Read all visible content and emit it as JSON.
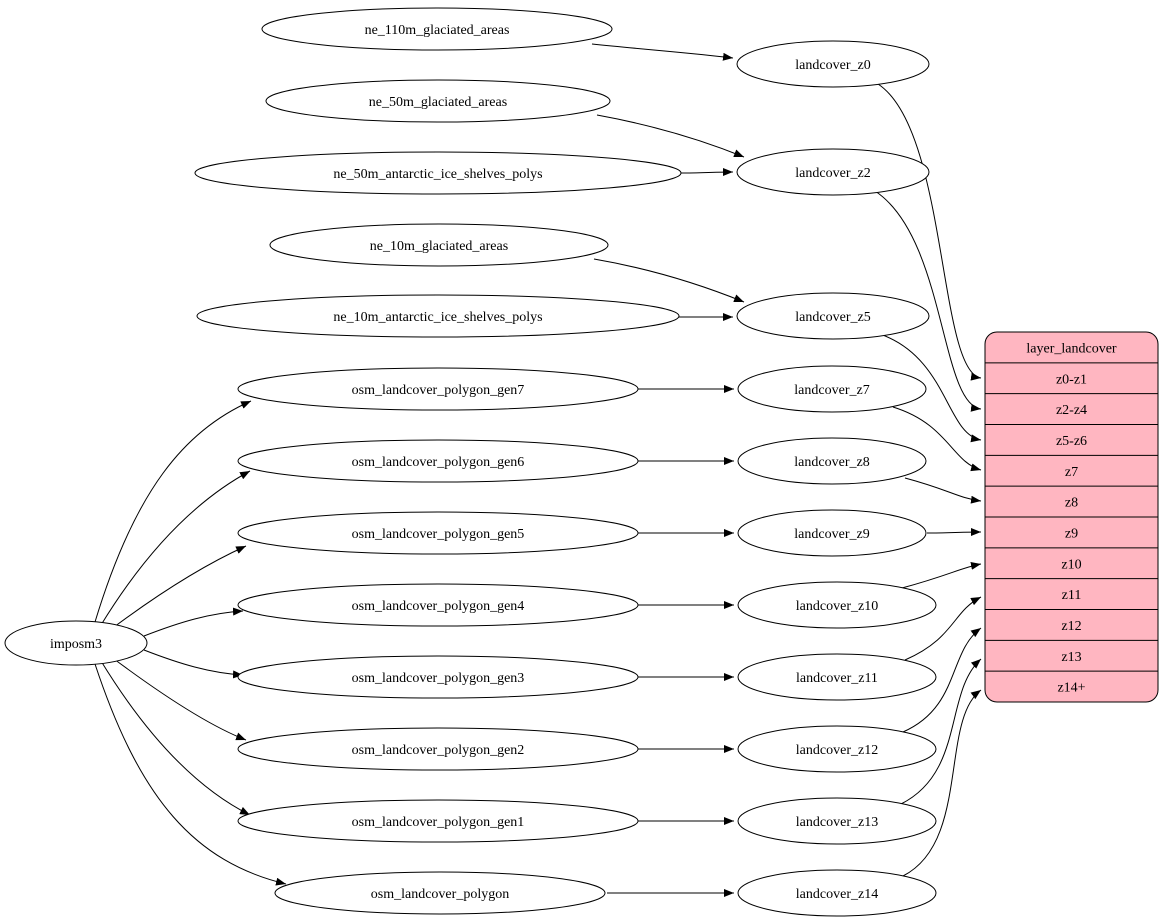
{
  "diagram": {
    "background_color": "#ffffff",
    "node_fill": "#ffffff",
    "node_stroke": "#000000",
    "edge_color": "#000000",
    "text_color": "#000000",
    "nodes": [
      {
        "id": "imposm3",
        "label": "imposm3"
      },
      {
        "id": "ne_110m_glaciated_areas",
        "label": "ne_110m_glaciated_areas"
      },
      {
        "id": "ne_50m_glaciated_areas",
        "label": "ne_50m_glaciated_areas"
      },
      {
        "id": "ne_50m_antarctic_ice_shelves_polys",
        "label": "ne_50m_antarctic_ice_shelves_polys"
      },
      {
        "id": "ne_10m_glaciated_areas",
        "label": "ne_10m_glaciated_areas"
      },
      {
        "id": "ne_10m_antarctic_ice_shelves_polys",
        "label": "ne_10m_antarctic_ice_shelves_polys"
      },
      {
        "id": "osm_landcover_polygon_gen7",
        "label": "osm_landcover_polygon_gen7"
      },
      {
        "id": "osm_landcover_polygon_gen6",
        "label": "osm_landcover_polygon_gen6"
      },
      {
        "id": "osm_landcover_polygon_gen5",
        "label": "osm_landcover_polygon_gen5"
      },
      {
        "id": "osm_landcover_polygon_gen4",
        "label": "osm_landcover_polygon_gen4"
      },
      {
        "id": "osm_landcover_polygon_gen3",
        "label": "osm_landcover_polygon_gen3"
      },
      {
        "id": "osm_landcover_polygon_gen2",
        "label": "osm_landcover_polygon_gen2"
      },
      {
        "id": "osm_landcover_polygon_gen1",
        "label": "osm_landcover_polygon_gen1"
      },
      {
        "id": "osm_landcover_polygon",
        "label": "osm_landcover_polygon"
      },
      {
        "id": "landcover_z0",
        "label": "landcover_z0"
      },
      {
        "id": "landcover_z2",
        "label": "landcover_z2"
      },
      {
        "id": "landcover_z5",
        "label": "landcover_z5"
      },
      {
        "id": "landcover_z7",
        "label": "landcover_z7"
      },
      {
        "id": "landcover_z8",
        "label": "landcover_z8"
      },
      {
        "id": "landcover_z9",
        "label": "landcover_z9"
      },
      {
        "id": "landcover_z10",
        "label": "landcover_z10"
      },
      {
        "id": "landcover_z11",
        "label": "landcover_z11"
      },
      {
        "id": "landcover_z12",
        "label": "landcover_z12"
      },
      {
        "id": "landcover_z13",
        "label": "landcover_z13"
      },
      {
        "id": "landcover_z14",
        "label": "landcover_z14"
      }
    ],
    "record": {
      "id": "layer_landcover",
      "title": "layer_landcover",
      "fill": "#ffb6c1",
      "stroke": "#000000",
      "rows": [
        "z0-z1",
        "z2-z4",
        "z5-z6",
        "z7",
        "z8",
        "z9",
        "z10",
        "z11",
        "z12",
        "z13",
        "z14+"
      ]
    },
    "edges": [
      {
        "from": "imposm3",
        "to": "osm_landcover_polygon_gen7"
      },
      {
        "from": "imposm3",
        "to": "osm_landcover_polygon_gen6"
      },
      {
        "from": "imposm3",
        "to": "osm_landcover_polygon_gen5"
      },
      {
        "from": "imposm3",
        "to": "osm_landcover_polygon_gen4"
      },
      {
        "from": "imposm3",
        "to": "osm_landcover_polygon_gen3"
      },
      {
        "from": "imposm3",
        "to": "osm_landcover_polygon_gen2"
      },
      {
        "from": "imposm3",
        "to": "osm_landcover_polygon_gen1"
      },
      {
        "from": "imposm3",
        "to": "osm_landcover_polygon"
      },
      {
        "from": "ne_110m_glaciated_areas",
        "to": "landcover_z0"
      },
      {
        "from": "ne_50m_glaciated_areas",
        "to": "landcover_z2"
      },
      {
        "from": "ne_50m_antarctic_ice_shelves_polys",
        "to": "landcover_z2"
      },
      {
        "from": "ne_10m_glaciated_areas",
        "to": "landcover_z5"
      },
      {
        "from": "ne_10m_antarctic_ice_shelves_polys",
        "to": "landcover_z5"
      },
      {
        "from": "osm_landcover_polygon_gen7",
        "to": "landcover_z7"
      },
      {
        "from": "osm_landcover_polygon_gen6",
        "to": "landcover_z8"
      },
      {
        "from": "osm_landcover_polygon_gen5",
        "to": "landcover_z9"
      },
      {
        "from": "osm_landcover_polygon_gen4",
        "to": "landcover_z10"
      },
      {
        "from": "osm_landcover_polygon_gen3",
        "to": "landcover_z11"
      },
      {
        "from": "osm_landcover_polygon_gen2",
        "to": "landcover_z12"
      },
      {
        "from": "osm_landcover_polygon_gen1",
        "to": "landcover_z13"
      },
      {
        "from": "osm_landcover_polygon",
        "to": "landcover_z14"
      },
      {
        "from": "landcover_z0",
        "to": "layer_landcover:z0-z1"
      },
      {
        "from": "landcover_z2",
        "to": "layer_landcover:z2-z4"
      },
      {
        "from": "landcover_z5",
        "to": "layer_landcover:z5-z6"
      },
      {
        "from": "landcover_z7",
        "to": "layer_landcover:z7"
      },
      {
        "from": "landcover_z8",
        "to": "layer_landcover:z8"
      },
      {
        "from": "landcover_z9",
        "to": "layer_landcover:z9"
      },
      {
        "from": "landcover_z10",
        "to": "layer_landcover:z10"
      },
      {
        "from": "landcover_z11",
        "to": "layer_landcover:z11"
      },
      {
        "from": "landcover_z12",
        "to": "layer_landcover:z12"
      },
      {
        "from": "landcover_z13",
        "to": "layer_landcover:z13"
      },
      {
        "from": "landcover_z14",
        "to": "layer_landcover:z14+"
      }
    ]
  }
}
